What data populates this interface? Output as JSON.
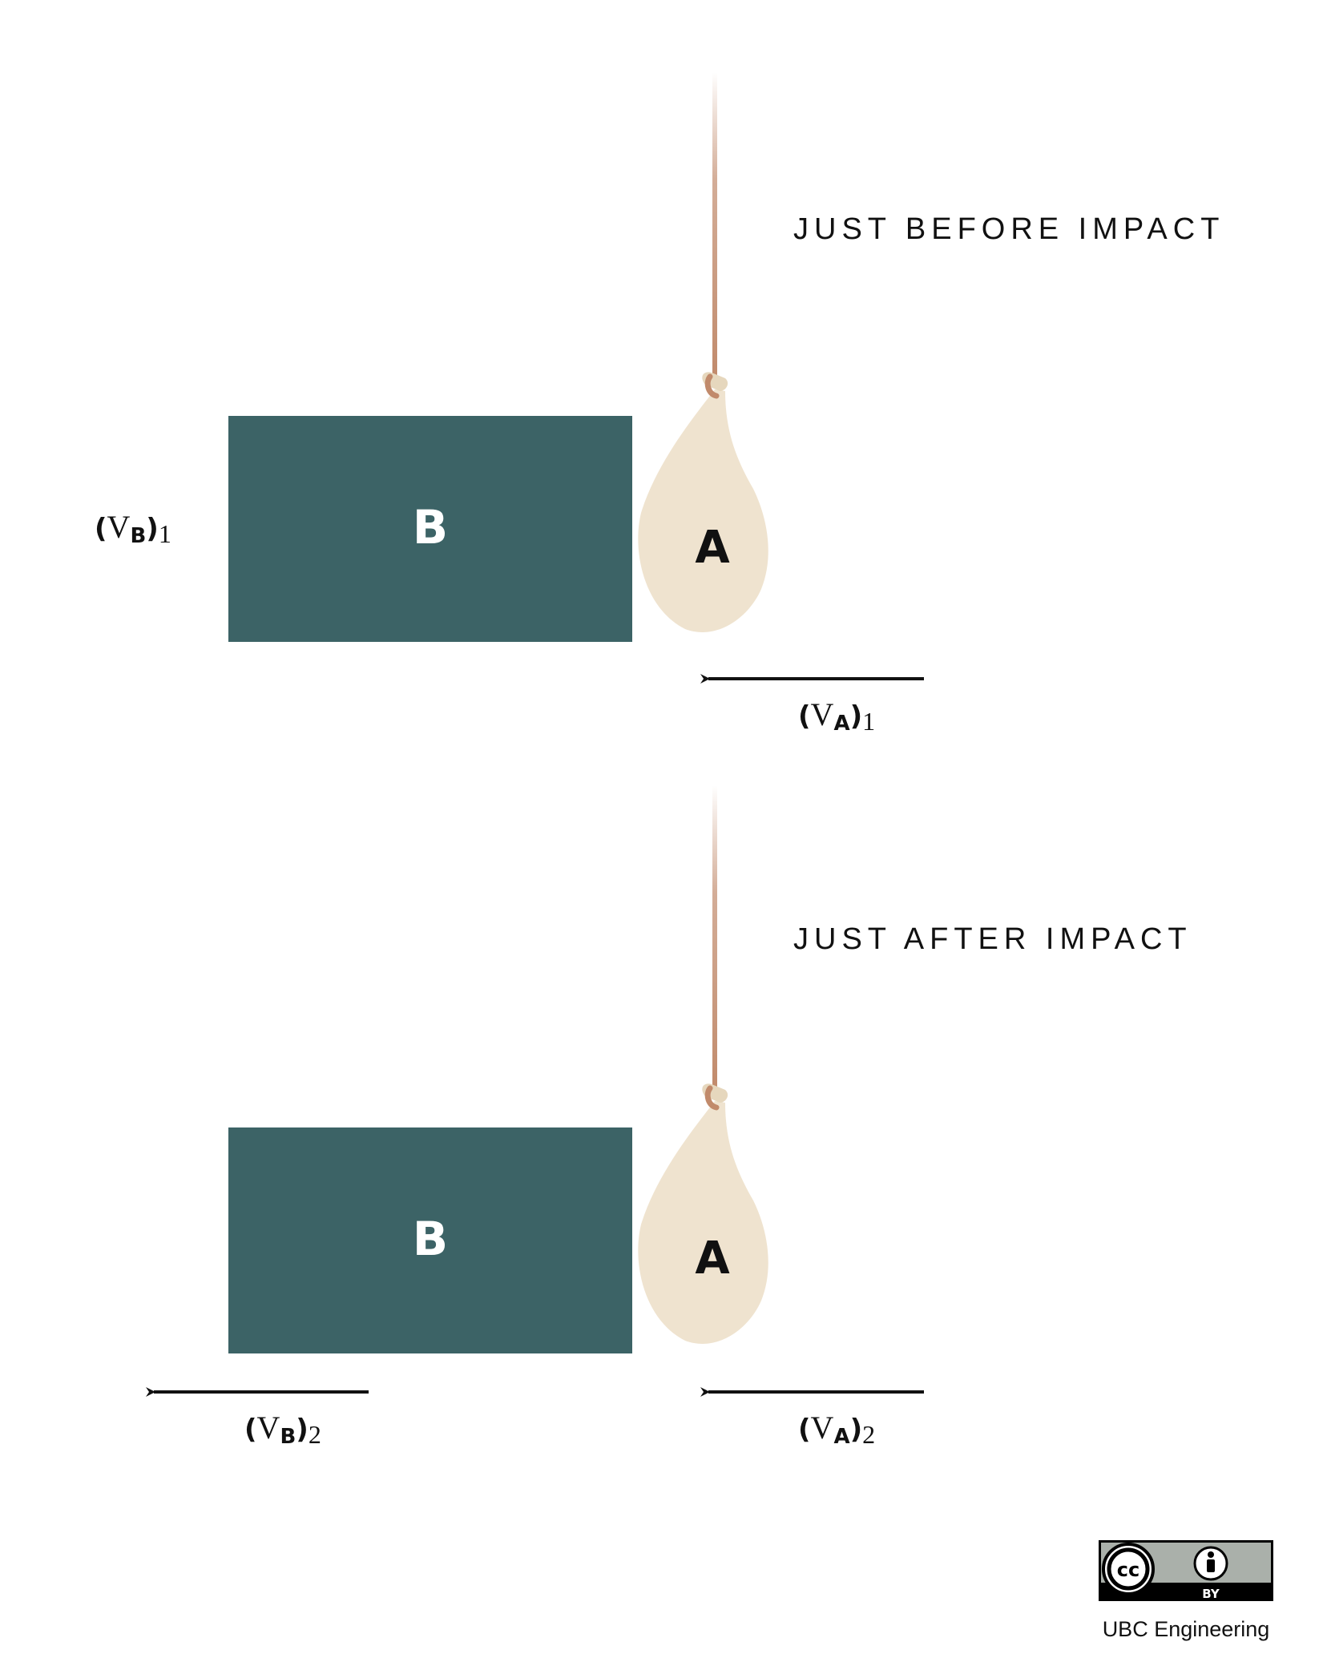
{
  "colors": {
    "block": "#3c6366",
    "bag": "#efe3cf",
    "rope": "#c18a6b",
    "text": "#111111",
    "badge_bg": "#aab0aa"
  },
  "panels": [
    {
      "heading": "JUST BEFORE IMPACT",
      "block_label": "B",
      "bag_label": "A",
      "vel_a": {
        "symbol": "V",
        "subscript": "A",
        "index": "1"
      },
      "vel_b": {
        "symbol": "V",
        "subscript": "B",
        "index": "1"
      }
    },
    {
      "heading": "JUST AFTER IMPACT",
      "block_label": "B",
      "bag_label": "A",
      "vel_a": {
        "symbol": "V",
        "subscript": "A",
        "index": "2"
      },
      "vel_b": {
        "symbol": "V",
        "subscript": "B",
        "index": "2"
      }
    }
  ],
  "license": {
    "icon_cc": "cc-icon",
    "icon_by": "attribution-person-icon",
    "by_text": "BY",
    "credit": "UBC Engineering"
  }
}
